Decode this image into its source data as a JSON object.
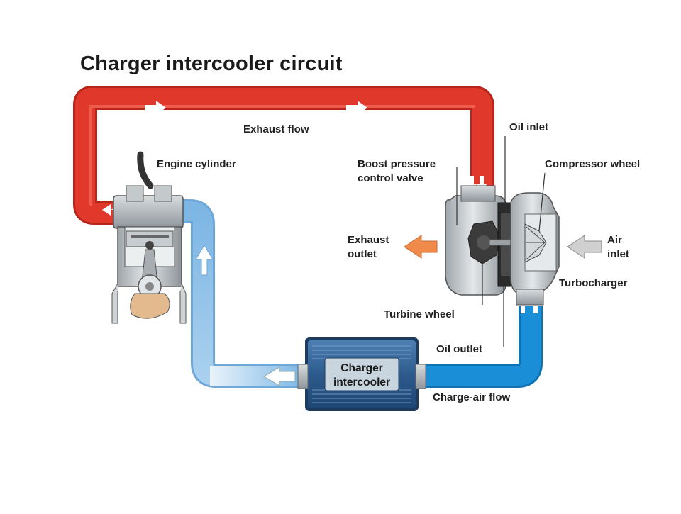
{
  "title": "Charger intercooler circuit",
  "labels": {
    "exhaust_flow": "Exhaust flow",
    "engine_cylinder": "Engine cylinder",
    "oil_inlet": "Oil inlet",
    "boost_pressure_line1": "Boost pressure",
    "boost_pressure_line2": "control valve",
    "compressor_wheel": "Compressor wheel",
    "exhaust_outlet_line1": "Exhaust",
    "exhaust_outlet_line2": "outlet",
    "air_inlet_line1": "Air",
    "air_inlet_line2": "inlet",
    "turbocharger": "Turbocharger",
    "turbine_wheel": "Turbine wheel",
    "oil_outlet": "Oil outlet",
    "charge_air_flow": "Charge-air flow",
    "intercooler_line1": "Charger",
    "intercooler_line2": "intercooler"
  },
  "colors": {
    "exhaust_pipe": "#e0392b",
    "exhaust_pipe_dark": "#b8261b",
    "cool_pipe": "#8ec0e8",
    "charge_pipe": "#1a8fd8",
    "intercooler_body": "#2e5f93",
    "exhaust_arrow": "#f08a4b",
    "air_arrow": "#c9c9c9"
  }
}
